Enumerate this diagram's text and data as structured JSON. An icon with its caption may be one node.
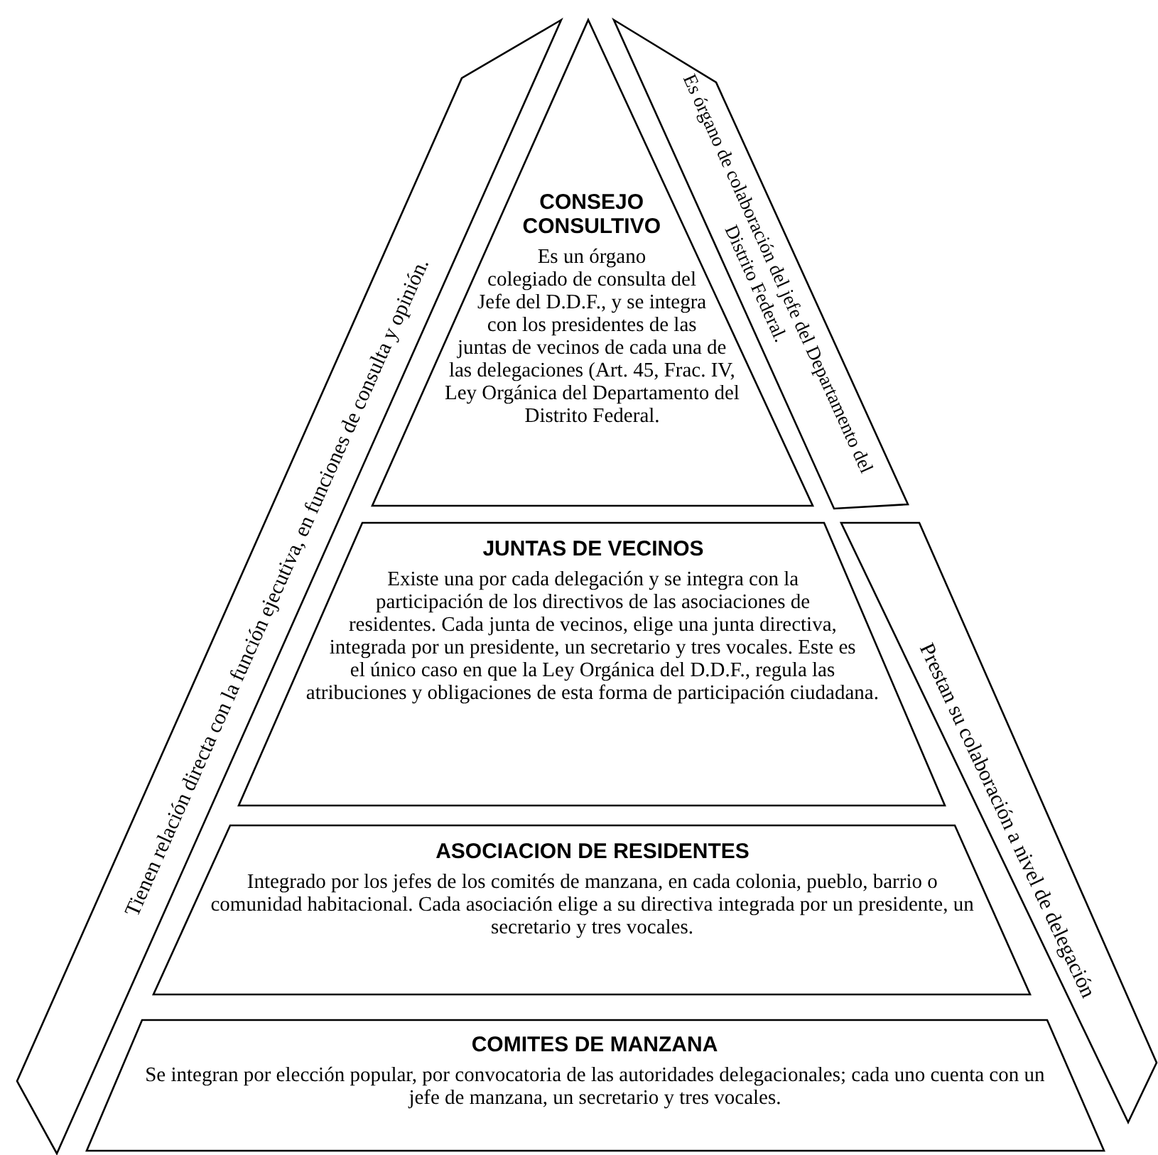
{
  "diagram": {
    "nodes": [
      {
        "text": [
          "CONSEJO CONSULTIVO",
          "Es un órgano colegiado de consulta del Jefe del D.D.F., y se integra con los presidentes de las juntas de vecinos de cada una de las delegaciones (Art. 45, Frac. IV, Ley Orgánica del Departamento del Distrito Federal."
        ]
      },
      {
        "text": [
          "JUNTAS DE VECINOS",
          "Existe una por cada delegación y se integra con la participación de los directivos de las asociaciones de residentes. Cada junta de vecinos, elige una junta directiva, integrada por un presidente, un secretario y tres vocales. Este es el único caso en que la Ley Orgánica del D.D.F., regula las atribuciones y obligaciones de esta forma de participación ciudadana."
        ]
      },
      {
        "text": [
          "ASOCIACION DE RESIDENTES",
          "Integrado por los jefes de los comités de manzana, en cada colonia, pueblo, barrio o comunidad habitacional. Cada asociación elige a su directiva integrada por un presidente, un secretario y tres vocales."
        ]
      },
      {
        "text": [
          "COMITES DE MANZANA",
          "Se integran por elección popular, por convocatoria de las autoridades delegacionales; cada uno cuenta con un jefe de manzana, un secretario y tres vocales."
        ]
      },
      {
        "text": [
          "Tienen relación directa con la función ejecutiva, en funciones de consulta y opinión."
        ]
      },
      {
        "text": [
          "Es órgano de colaboración del jefe del Departamento del Distrito Federal."
        ]
      },
      {
        "text": [
          "Prestan su colaboración a nivel de delegación"
        ]
      }
    ]
  }
}
